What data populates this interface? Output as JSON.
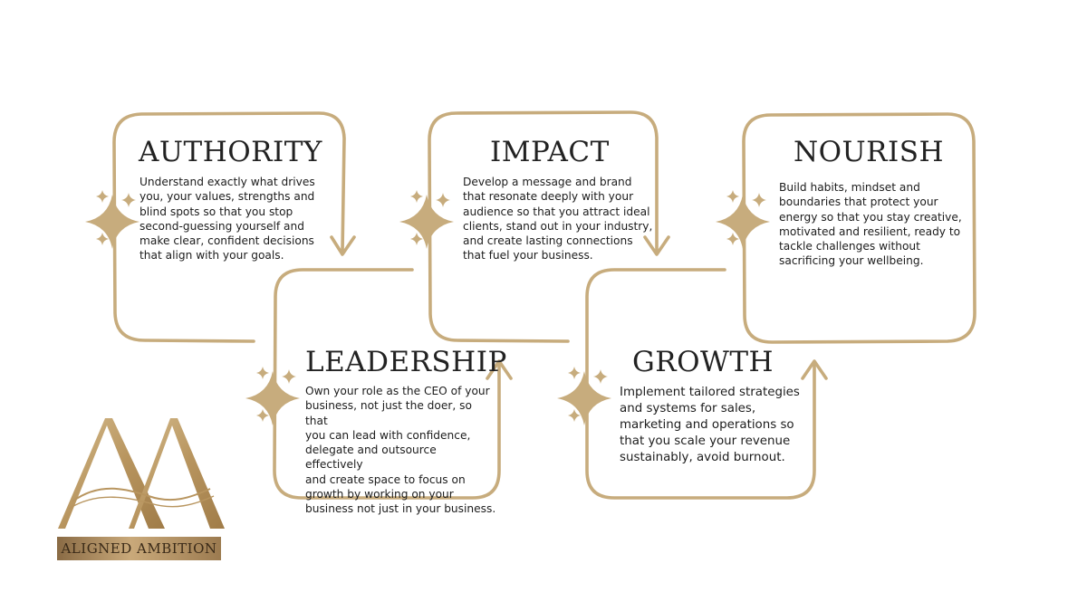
{
  "colors": {
    "accent": "#c7ac7d",
    "text": "#1c1c1c"
  },
  "steps": {
    "authority": {
      "title": "AUTHORITY",
      "lines": [
        "Understand exactly what drives",
        "you, your values, strengths and",
        "blind spots so that you stop",
        "second-guessing yourself and",
        "make clear, confident decisions",
        "that align with your goals."
      ]
    },
    "impact": {
      "title": "IMPACT",
      "lines": [
        "Develop a message and brand",
        "that resonate deeply with your",
        "audience so that you attract ideal",
        "clients, stand out in your industry,",
        "and create lasting connections",
        "that fuel your business."
      ]
    },
    "nourish": {
      "title": "NOURISH",
      "lines": [
        "Build habits, mindset and",
        "boundaries that protect your",
        "energy so that you stay creative,",
        "motivated and resilient, ready to",
        "tackle challenges without",
        "sacrificing your wellbeing."
      ]
    },
    "leadership": {
      "title": "LEADERSHIP",
      "lines": [
        "Own your role as the CEO of your",
        "business, not just the doer, so that",
        "you can lead with confidence,",
        "delegate and outsource effectively",
        "and create space to focus on",
        "growth by working on your",
        "business not just in your business."
      ]
    },
    "growth": {
      "title": "GROWTH",
      "lines": [
        "Implement tailored strategies",
        "and systems for sales,",
        "marketing and operations so",
        "that you scale your revenue",
        "sustainably, avoid burnout."
      ]
    }
  },
  "logo": {
    "monogram": "AA",
    "text": "ALIGNED AMBITION"
  }
}
